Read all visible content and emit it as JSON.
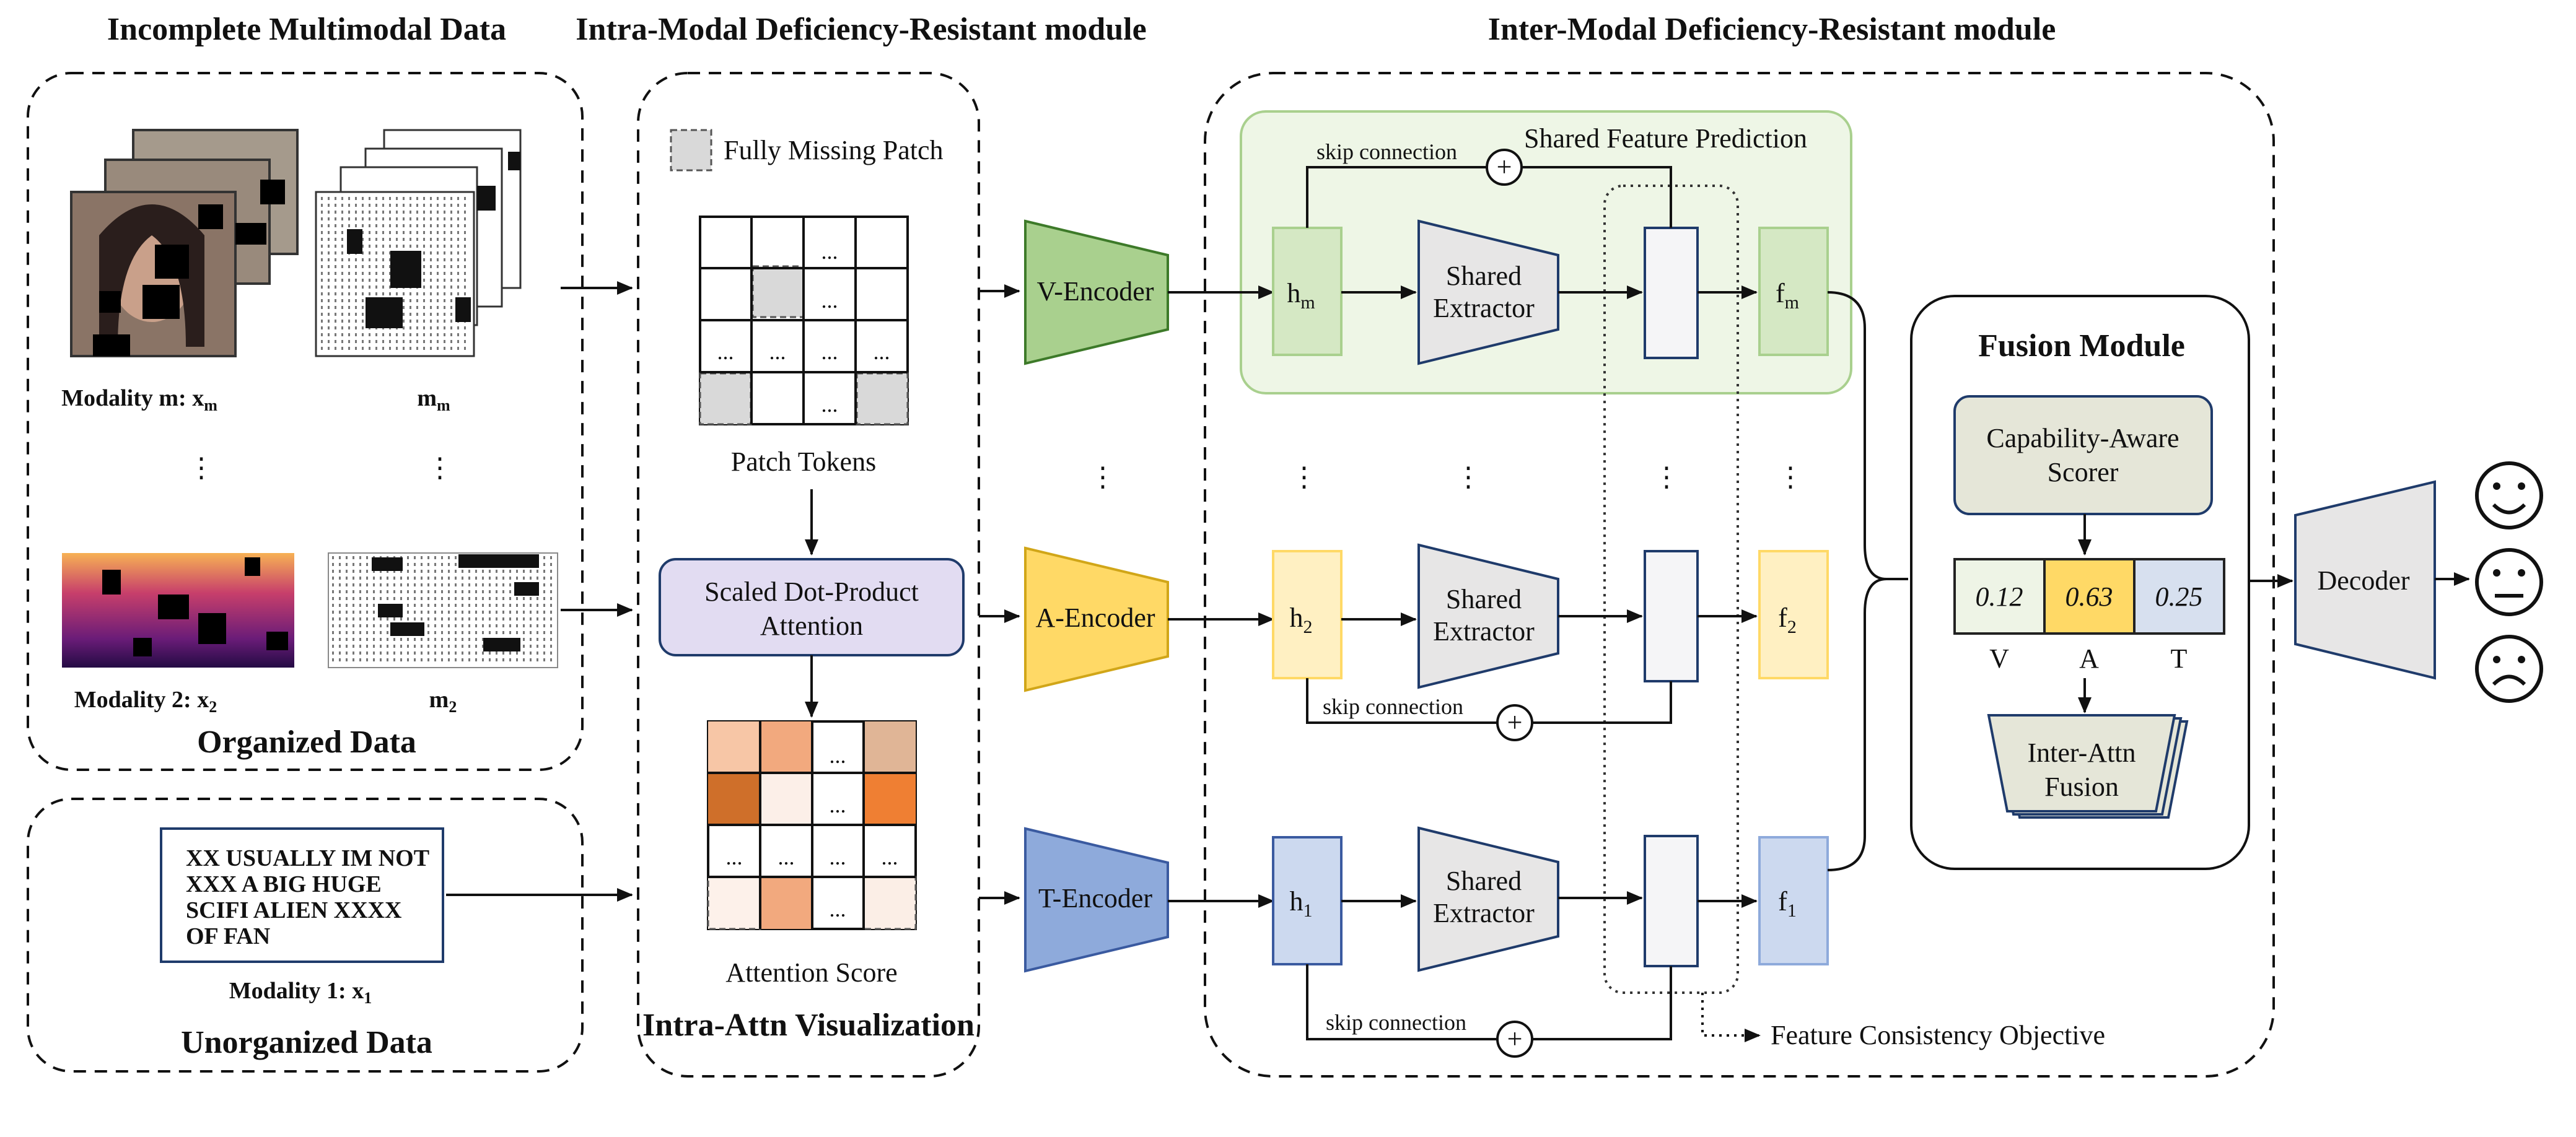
{
  "titles": {
    "incomplete": "Incomplete Multimodal Data",
    "intra": "Intra-Modal Deficiency-Resistant module",
    "inter": "Inter-Modal Deficiency-Resistant module"
  },
  "data_panel": {
    "modality_m_label": "Modality m: x",
    "modality_m_sub": "m",
    "mask_m_label": "m",
    "mask_m_sub": "m",
    "modality_2_label": "Modality 2: x",
    "modality_2_sub": "2",
    "mask_2_label": "m",
    "mask_2_sub": "2",
    "organized": "Organized Data",
    "text_lines": [
      "XX USUALLY IM NOT",
      "XXX A BIG HUGE",
      "SCIFI ALIEN XXXX",
      "OF FAN"
    ],
    "modality_1_label": "Modality 1: x",
    "modality_1_sub": "1",
    "unorganized": "Unorganized Data"
  },
  "intra_panel": {
    "legend": "Fully Missing Patch",
    "patch_tokens": "Patch Tokens",
    "sdpa_line1": "Scaled Dot-Product",
    "sdpa_line2": "Attention",
    "attention_score": "Attention Score",
    "visualization": "Intra-Attn Visualization",
    "ellipsis": "..."
  },
  "encoders": {
    "v": "V-Encoder",
    "a": "A-Encoder",
    "t": "T-Encoder"
  },
  "inter_panel": {
    "shared_feature_prediction": "Shared Feature Prediction",
    "skip_connection": "skip connection",
    "h_m": "h",
    "h_m_sub": "m",
    "h_2": "h",
    "h_2_sub": "2",
    "h_1": "h",
    "h_1_sub": "1",
    "f_m": "f",
    "f_m_sub": "m",
    "f_2": "f",
    "f_2_sub": "2",
    "f_1": "f",
    "f_1_sub": "1",
    "extractor_line1": "Shared",
    "extractor_line2": "Extractor",
    "feature_consistency": "Feature Consistency Objective",
    "plus": "+"
  },
  "fusion": {
    "title": "Fusion Module",
    "scorer_line1": "Capability-Aware",
    "scorer_line2": "Scorer",
    "scores": [
      "0.12",
      "0.63",
      "0.25"
    ],
    "score_labels": [
      "V",
      "A",
      "T"
    ],
    "fusion_line1": "Inter-Attn",
    "fusion_line2": "Fusion"
  },
  "decoder": "Decoder",
  "vertical_dots": "⋮",
  "colors": {
    "v_encoder": "#a9d08e",
    "a_encoder": "#ffd966",
    "t_encoder": "#8eaadb",
    "sdpa": "#e2dcf2",
    "shared_bg": "#eef6e6",
    "extractor": "#e7e6e6",
    "scorer": "#e5e6d8"
  },
  "emotions": [
    "happy-face-icon",
    "neutral-face-icon",
    "sad-face-icon"
  ]
}
